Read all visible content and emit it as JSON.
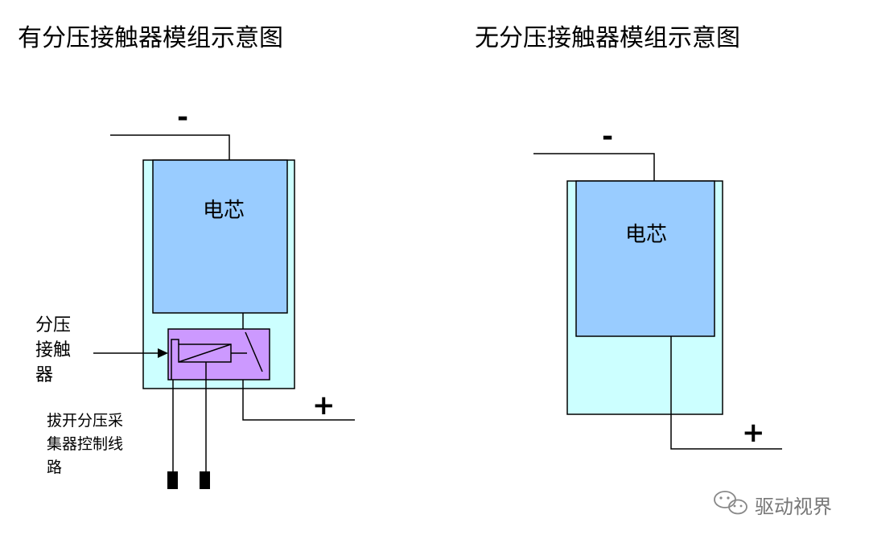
{
  "left_diagram": {
    "title": "有分压接触器模组示意图",
    "cell_label": "电芯",
    "minus_label": "-",
    "plus_label": "+",
    "contactor_label_lines": [
      "分压",
      "接触",
      "器"
    ],
    "pull_label_lines": [
      "拔开分压采",
      "集器控制线",
      "路"
    ]
  },
  "right_diagram": {
    "title": "无分压接触器模组示意图",
    "cell_label": "电芯",
    "minus_label": "-",
    "plus_label": "+"
  },
  "watermark": {
    "text": "驱动视界",
    "icon": "wechat-icon"
  },
  "colors": {
    "module_fill": "#ccffff",
    "cell_fill": "#99ccff",
    "contactor_fill": "#cc99ff",
    "stroke": "#000000"
  }
}
